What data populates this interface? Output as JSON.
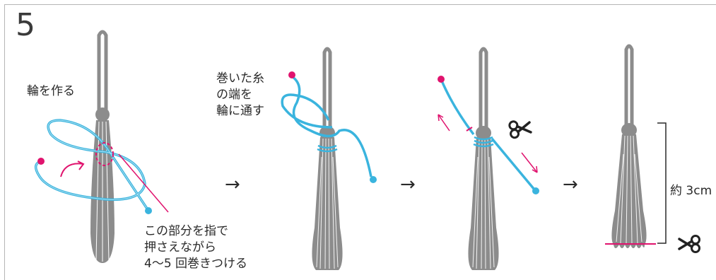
{
  "step_number": "5",
  "labels": {
    "make_loop": "輪を作る",
    "hold_part": [
      "この部分を指で",
      "押さえながら",
      "4～5 回巻きつける"
    ],
    "thread_end": [
      "巻いた糸",
      "の端を",
      "輪に通す"
    ],
    "length": "約 3cm"
  },
  "arrow_glyph": "→",
  "icons": [
    "scissors-icon",
    "scissors-icon"
  ],
  "colors": {
    "tassel_fill": "#8c8c8c",
    "tassel_stroke": "#ffffff",
    "thread": "#3ab4de",
    "thread_end_dot": "#e0136e",
    "marker": "#e0136e",
    "text": "#2a2a2a"
  }
}
